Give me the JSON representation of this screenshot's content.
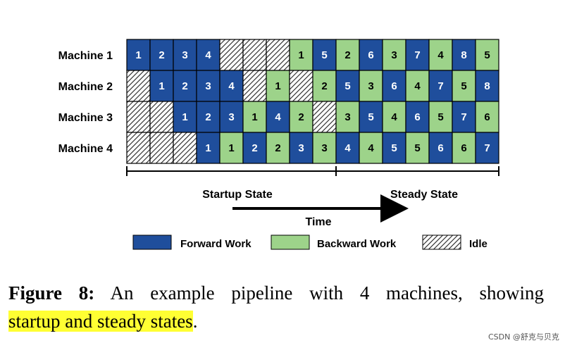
{
  "machines": [
    {
      "label": "Machine 1",
      "cells": [
        {
          "t": "F",
          "n": "1"
        },
        {
          "t": "F",
          "n": "2"
        },
        {
          "t": "F",
          "n": "3"
        },
        {
          "t": "F",
          "n": "4"
        },
        {
          "t": "I"
        },
        {
          "t": "I"
        },
        {
          "t": "I"
        },
        {
          "t": "B",
          "n": "1"
        },
        {
          "t": "F",
          "n": "5"
        },
        {
          "t": "B",
          "n": "2"
        },
        {
          "t": "F",
          "n": "6"
        },
        {
          "t": "B",
          "n": "3"
        },
        {
          "t": "F",
          "n": "7"
        },
        {
          "t": "B",
          "n": "4"
        },
        {
          "t": "F",
          "n": "8"
        },
        {
          "t": "B",
          "n": "5"
        }
      ]
    },
    {
      "label": "Machine 2",
      "cells": [
        {
          "t": "I"
        },
        {
          "t": "F",
          "n": "1"
        },
        {
          "t": "F",
          "n": "2"
        },
        {
          "t": "F",
          "n": "3"
        },
        {
          "t": "F",
          "n": "4"
        },
        {
          "t": "I"
        },
        {
          "t": "B",
          "n": "1"
        },
        {
          "t": "I"
        },
        {
          "t": "B",
          "n": "2"
        },
        {
          "t": "F",
          "n": "5"
        },
        {
          "t": "B",
          "n": "3"
        },
        {
          "t": "F",
          "n": "6"
        },
        {
          "t": "B",
          "n": "4"
        },
        {
          "t": "F",
          "n": "7"
        },
        {
          "t": "B",
          "n": "5"
        },
        {
          "t": "F",
          "n": "8"
        }
      ]
    },
    {
      "label": "Machine 3",
      "cells": [
        {
          "t": "I"
        },
        {
          "t": "I"
        },
        {
          "t": "F",
          "n": "1"
        },
        {
          "t": "F",
          "n": "2"
        },
        {
          "t": "F",
          "n": "3"
        },
        {
          "t": "B",
          "n": "1"
        },
        {
          "t": "F",
          "n": "4"
        },
        {
          "t": "B",
          "n": "2"
        },
        {
          "t": "I"
        },
        {
          "t": "B",
          "n": "3"
        },
        {
          "t": "F",
          "n": "5"
        },
        {
          "t": "B",
          "n": "4"
        },
        {
          "t": "F",
          "n": "6"
        },
        {
          "t": "B",
          "n": "5"
        },
        {
          "t": "F",
          "n": "7"
        },
        {
          "t": "B",
          "n": "6"
        }
      ]
    },
    {
      "label": "Machine 4",
      "cells": [
        {
          "t": "I"
        },
        {
          "t": "I"
        },
        {
          "t": "I"
        },
        {
          "t": "F",
          "n": "1"
        },
        {
          "t": "B",
          "n": "1"
        },
        {
          "t": "F",
          "n": "2"
        },
        {
          "t": "B",
          "n": "2"
        },
        {
          "t": "F",
          "n": "3"
        },
        {
          "t": "B",
          "n": "3"
        },
        {
          "t": "F",
          "n": "4"
        },
        {
          "t": "B",
          "n": "4"
        },
        {
          "t": "F",
          "n": "5"
        },
        {
          "t": "B",
          "n": "5"
        },
        {
          "t": "F",
          "n": "6"
        },
        {
          "t": "B",
          "n": "6"
        },
        {
          "t": "F",
          "n": "7"
        }
      ]
    }
  ],
  "states": {
    "startup": "Startup State",
    "steady": "Steady State"
  },
  "time_label": "Time",
  "legend": {
    "forward": "Forward Work",
    "backward": "Backward Work",
    "idle": "Idle"
  },
  "colors": {
    "forward": "#1f4e9c",
    "backward": "#9dd38a",
    "idle_stripe": "#222222",
    "border": "#000000",
    "highlight": "#ffff33"
  },
  "caption": {
    "figure_label": "Figure 8:",
    "text_before": " An example pipeline with 4 machines, showing",
    "highlighted": "startup and steady states",
    "text_after": "."
  },
  "watermark": "CSDN @舒克与贝克"
}
